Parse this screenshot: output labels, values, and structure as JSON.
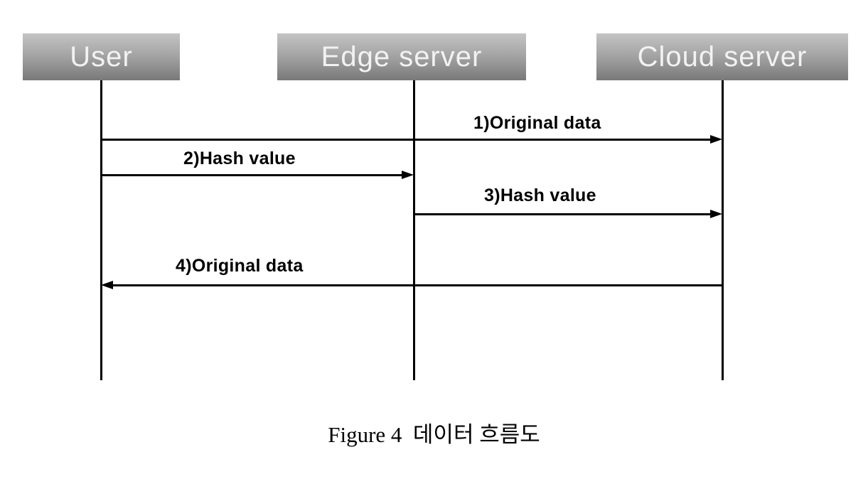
{
  "diagram": {
    "type": "sequence-diagram",
    "actors": [
      {
        "label": "User"
      },
      {
        "label": "Edge server"
      },
      {
        "label": "Cloud server"
      }
    ],
    "messages": [
      {
        "label": "1)Original data",
        "from": "User",
        "to": "Cloud server",
        "direction": "right"
      },
      {
        "label": "2)Hash value",
        "from": "User",
        "to": "Edge server",
        "direction": "right"
      },
      {
        "label": "3)Hash value",
        "from": "Edge server",
        "to": "Cloud server",
        "direction": "right"
      },
      {
        "label": "4)Original data",
        "from": "Cloud server",
        "to": "User",
        "direction": "left"
      }
    ],
    "caption": "Figure 4  데이터 흐름도"
  },
  "colors": {
    "background": "#ffffff",
    "line": "#000000",
    "box-gradient-top": "#c4c4c4",
    "box-gradient-bottom": "#797979",
    "box-text": "#f2f2f2",
    "message-text": "#000000",
    "caption-text": "#000000"
  }
}
